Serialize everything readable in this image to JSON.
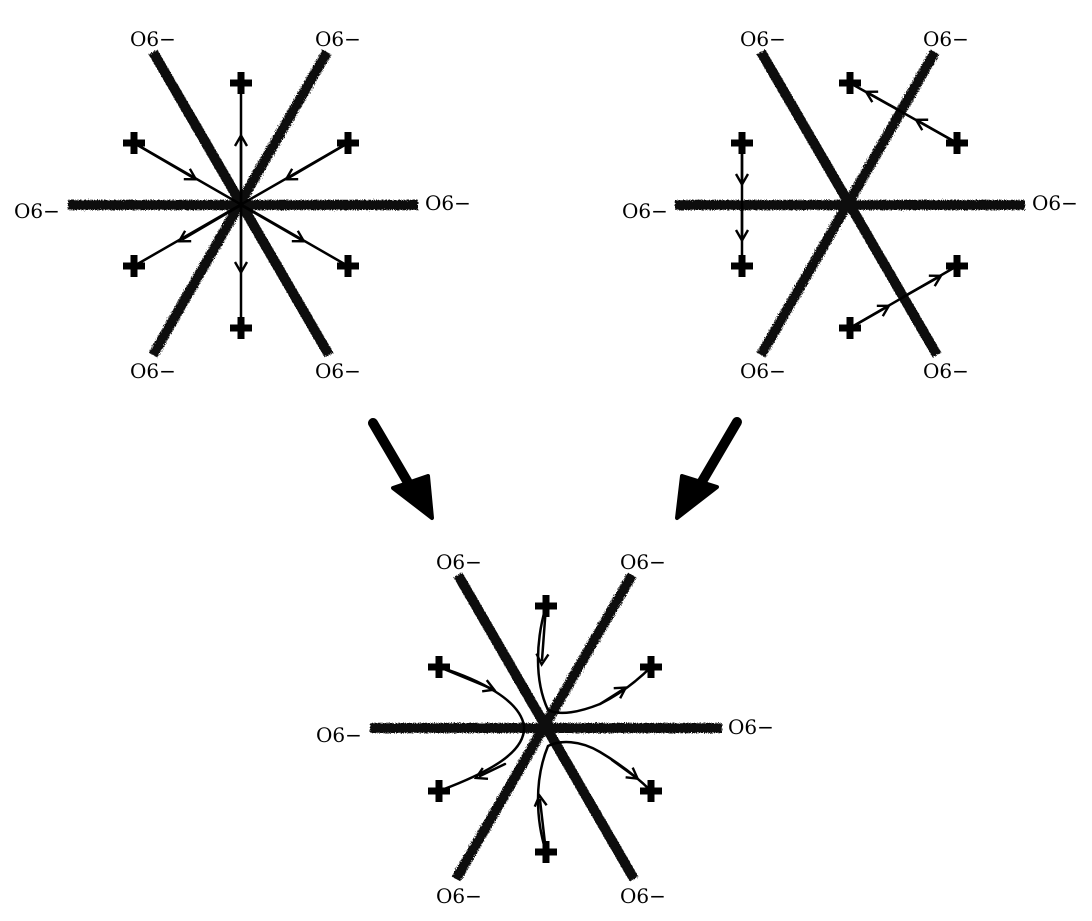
{
  "colors": {
    "ink": "#000000",
    "background": "#ffffff"
  },
  "diagrams": {
    "top_left": {
      "labels": {
        "top_left": "O6−",
        "top_right": "O6−",
        "left": "O6−",
        "right": "O6−",
        "bottom_left": "O6−",
        "bottom_right": "O6−"
      }
    },
    "top_right": {
      "labels": {
        "top_left": "O6−",
        "top_right": "O6−",
        "left": "O6−",
        "right": "O6−",
        "bottom_left": "O6−",
        "bottom_right": "O6−"
      }
    },
    "bottom": {
      "labels": {
        "top_left": "O6−",
        "top_right": "O6−",
        "left": "O6−",
        "right": "O6−",
        "bottom_left": "O6−",
        "bottom_right": "O6−"
      }
    }
  },
  "markers": {
    "plus_icon": "plus-icon"
  }
}
